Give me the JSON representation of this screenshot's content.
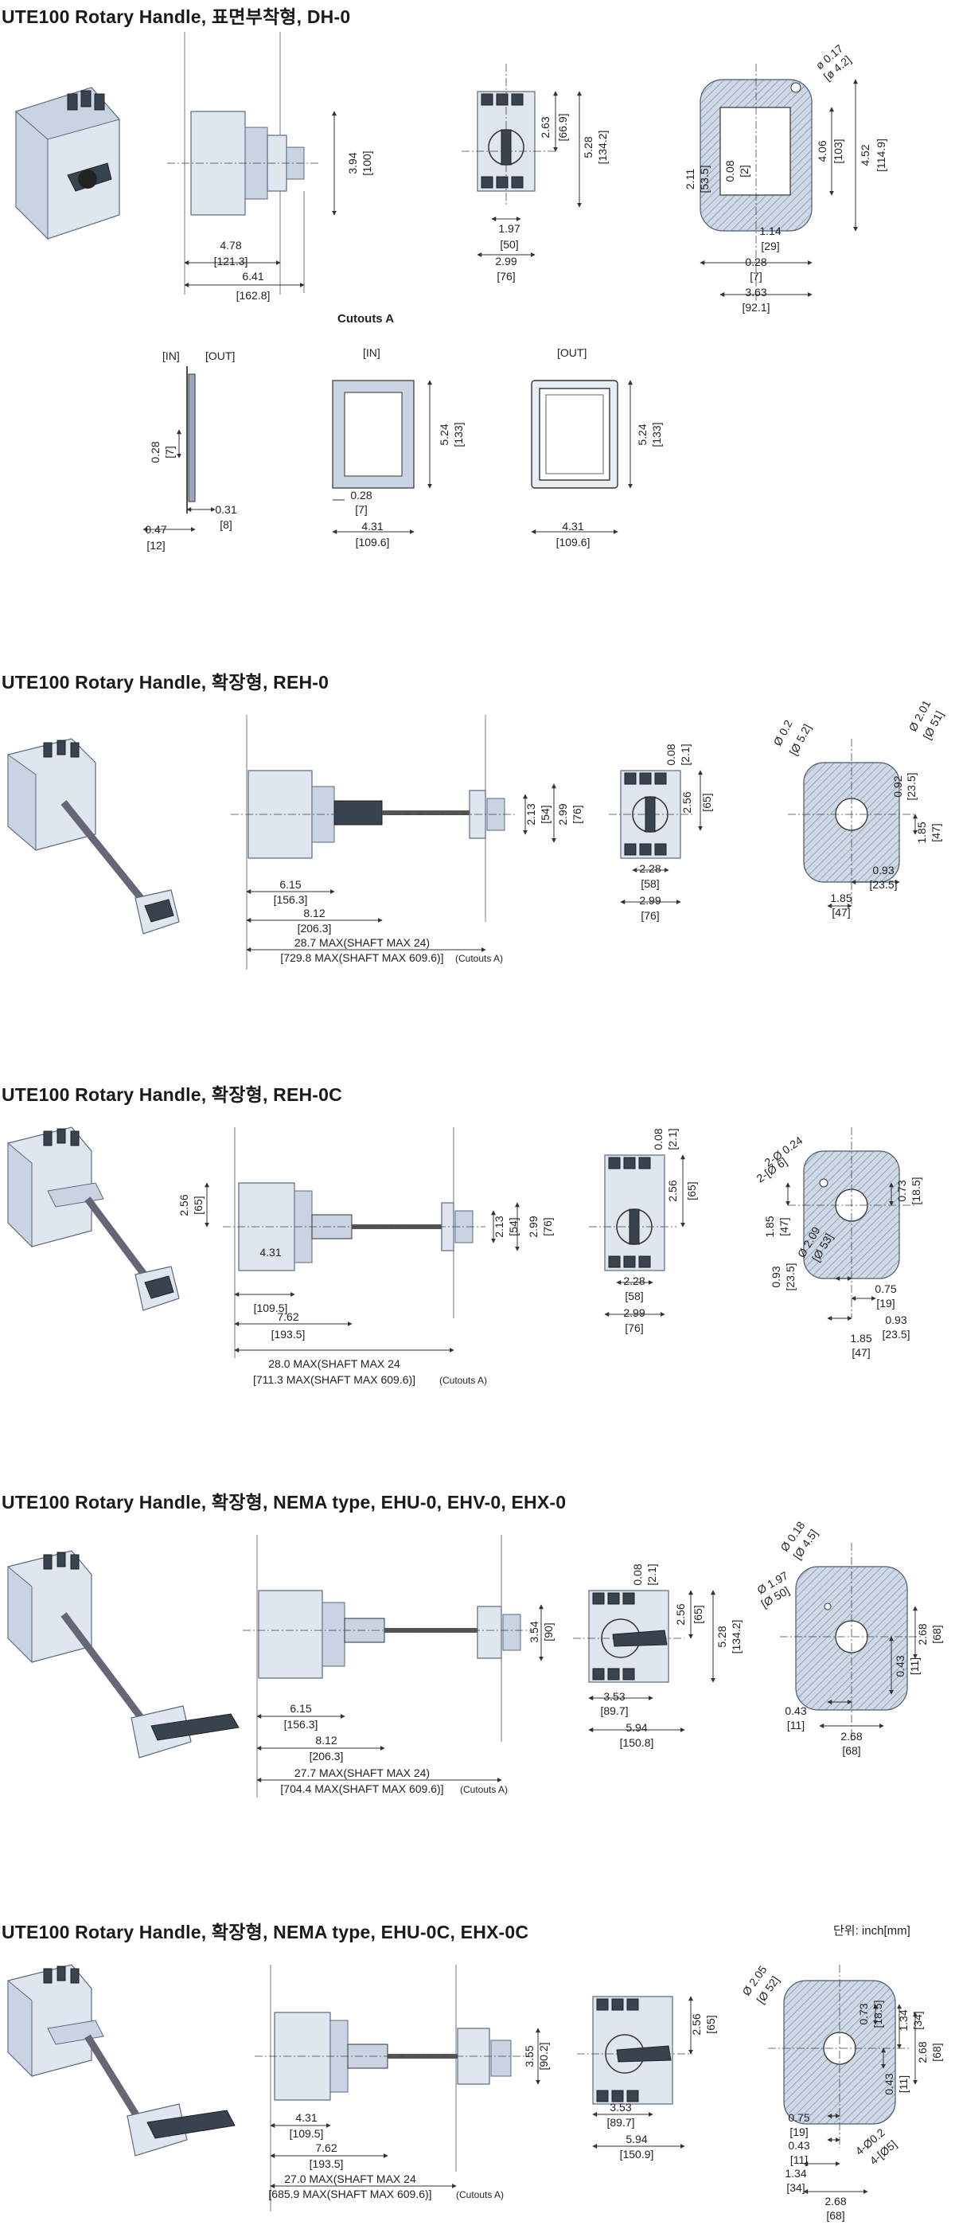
{
  "unit_note": "단위: inch[mm]",
  "sections": [
    {
      "title": "UTE100 Rotary Handle, 표면부착형, DH-0",
      "side_dims": {
        "d1": "4.78",
        "d1mm": "[121.3]",
        "d2": "6.41",
        "d2mm": "[162.8]",
        "h": "3.94",
        "hmm": "[100]"
      },
      "front_dims": {
        "a": "2.63",
        "amm": "[66.9]",
        "b": "5.28",
        "bmm": "[134.2]",
        "c": "1.97",
        "cmm": "[50]",
        "d": "2.99",
        "dmm": "[76]"
      },
      "cut_dims": {
        "hole": "ø 0.17",
        "holemm": "[ø 4.2]",
        "v1": "4.06",
        "v1mm": "[103]",
        "v2": "4.52",
        "v2mm": "[114.9]",
        "v3": "2.11",
        "v3mm": "[53.5]",
        "v4": "0.08",
        "v4mm": "[2]",
        "h1": "1.14",
        "h1mm": "[29]",
        "h2": "0.28",
        "h2mm": "[7]",
        "h3": "3.63",
        "h3mm": "[92.1]"
      },
      "cutouts": {
        "title": "Cutouts A",
        "in_out_labels": [
          "[IN]",
          "[OUT]"
        ],
        "profile": {
          "t1": "0.28",
          "t1mm": "[7]",
          "t2": "0.31",
          "t2mm": "[8]",
          "t3": "0.47",
          "t3mm": "[12]"
        },
        "in": {
          "label": "[IN]",
          "h": "5.24",
          "hmm": "[133]",
          "m": "0.28",
          "mmm": "[7]",
          "w": "4.31",
          "wmm": "[109.6]"
        },
        "out": {
          "label": "[OUT]",
          "h": "5.24",
          "hmm": "[133]",
          "w": "4.31",
          "wmm": "[109.6]"
        }
      }
    },
    {
      "title": "UTE100 Rotary Handle, 확장형, REH-0",
      "side_dims": {
        "d1": "6.15",
        "d1mm": "[156.3]",
        "d2": "8.12",
        "d2mm": "[206.3]",
        "d3": "28.7 MAX(SHAFT MAX 24)",
        "d3mm": "[729.8 MAX(SHAFT MAX 609.6)]",
        "cutnote": "(Cutouts A)",
        "h1": "2.13",
        "h1mm": "[54]",
        "h2": "2.99",
        "h2mm": "[76]"
      },
      "front_dims": {
        "t": "0.08",
        "tmm": "[2.1]",
        "a": "2.56",
        "amm": "[65]",
        "c": "2.28",
        "cmm": "[58]",
        "d": "2.99",
        "dmm": "[76]"
      },
      "cut_dims": {
        "s1": "Ø 0.2",
        "s1mm": "[Ø 5.2]",
        "s2": "Ø 2.01",
        "s2mm": "[Ø 51]",
        "v1": "0.92",
        "v1mm": "[23.5]",
        "v2": "1.85",
        "v2mm": "[47]",
        "h1": "0.93",
        "h1mm": "[23.5]",
        "h2": "1.85",
        "h2mm": "[47]"
      }
    },
    {
      "title": "UTE100 Rotary Handle, 확장형, REH-0C",
      "side_dims": {
        "top": "2.56",
        "topmm": "[65]",
        "d1": "4.31",
        "d1mm": "[109.5]",
        "d2": "7.62",
        "d2mm": "[193.5]",
        "d3": "28.0 MAX(SHAFT MAX 24",
        "d3mm": "[711.3 MAX(SHAFT MAX 609.6)]",
        "cutnote": "(Cutouts A)",
        "h1": "2.13",
        "h1mm": "[54]",
        "h2": "2.99",
        "h2mm": "[76]"
      },
      "front_dims": {
        "t": "0.08",
        "tmm": "[2.1]",
        "a": "2.56",
        "amm": "[65]",
        "c": "2.28",
        "cmm": "[58]",
        "d": "2.99",
        "dmm": "[76]"
      },
      "cut_dims": {
        "s1": "2-Ø 0.24",
        "s1mm": "2-[Ø 6]",
        "s2": "Ø 2.09",
        "s2mm": "[Ø 53]",
        "v1": "1.85",
        "v1mm": "[47]",
        "v2": "0.93",
        "v2mm": "[23.5]",
        "v3": "0.73",
        "v3mm": "[18.5]",
        "h1": "0.75",
        "h1mm": "[19]",
        "h2": "0.93",
        "h2mm": "[23.5]",
        "h3": "1.85",
        "h3mm": "[47]"
      }
    },
    {
      "title": "UTE100 Rotary Handle, 확장형, NEMA type, EHU-0, EHV-0, EHX-0",
      "side_dims": {
        "d1": "6.15",
        "d1mm": "[156.3]",
        "d2": "8.12",
        "d2mm": "[206.3]",
        "d3": "27.7 MAX(SHAFT MAX 24)",
        "d3mm": "[704.4 MAX(SHAFT MAX 609.6)]",
        "cutnote": "(Cutouts A)",
        "h": "3.54",
        "hmm": "[90]"
      },
      "front_dims": {
        "t": "0.08",
        "tmm": "[2.1]",
        "a": "2.56",
        "amm": "[65]",
        "b": "5.28",
        "bmm": "[134.2]",
        "c": "3.53",
        "cmm": "[89.7]",
        "d": "5.94",
        "dmm": "[150.8]"
      },
      "cut_dims": {
        "s1": "Ø 0.18",
        "s1mm": "[Ø 4.5]",
        "s2": "Ø 1.97",
        "s2mm": "[Ø 50]",
        "v1": "2.68",
        "v1mm": "[68]",
        "v2": "0.43",
        "v2mm": "[11]",
        "h1": "0.43",
        "h1mm": "[11]",
        "h2": "2.68",
        "h2mm": "[68]"
      }
    },
    {
      "title": "UTE100 Rotary Handle, 확장형, NEMA type, EHU-0C, EHX-0C",
      "side_dims": {
        "d1": "4.31",
        "d1mm": "[109.5]",
        "d2": "7.62",
        "d2mm": "[193.5]",
        "d3": "27.0 MAX(SHAFT MAX 24",
        "d3mm": "[685.9 MAX(SHAFT MAX 609.6)]",
        "cutnote": "(Cutouts A)",
        "h": "3.55",
        "hmm": "[90.2]"
      },
      "front_dims": {
        "a": "2.56",
        "amm": "[65]",
        "c": "3.53",
        "cmm": "[89.7]",
        "d": "5.94",
        "dmm": "[150.9]"
      },
      "cut_dims": {
        "s1": "Ø 2.05",
        "s1mm": "[Ø 52]",
        "s2": "4-Ø0.2",
        "s2mm": "4-[Ø5]",
        "v1": "0.73",
        "v1mm": "[18.5]",
        "v2": "1.34",
        "v2mm": "[34]",
        "v3": "2.68",
        "v3mm": "[68]",
        "v4": "0.43",
        "v4mm": "[11]",
        "h1": "0.75",
        "h1mm": "[19]",
        "h2": "0.43",
        "h2mm": "[11]",
        "h3": "1.34",
        "h3mm": "[34]",
        "h4": "2.68",
        "h4mm": "[68]"
      }
    }
  ]
}
